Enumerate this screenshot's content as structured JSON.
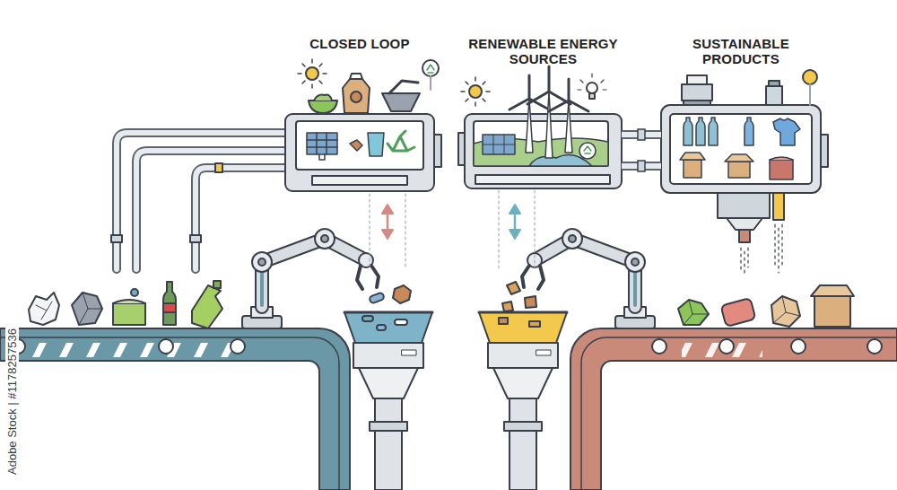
{
  "diagram": {
    "nodes": [
      {
        "text": [
          "CLOSED LOOP"
        ]
      },
      {
        "text": [
          "RENEWABLE ENERGY SOURCES"
        ]
      },
      {
        "text": [
          "SUSTAINABLE PRODUCTS"
        ]
      }
    ],
    "edges": [
      {
        "from": 1,
        "to": 2,
        "arrow": "none"
      },
      {
        "from": 1,
        "to": 2,
        "arrow": "none"
      }
    ],
    "labels": [
      "Adobe Stock | #1178257536"
    ]
  }
}
